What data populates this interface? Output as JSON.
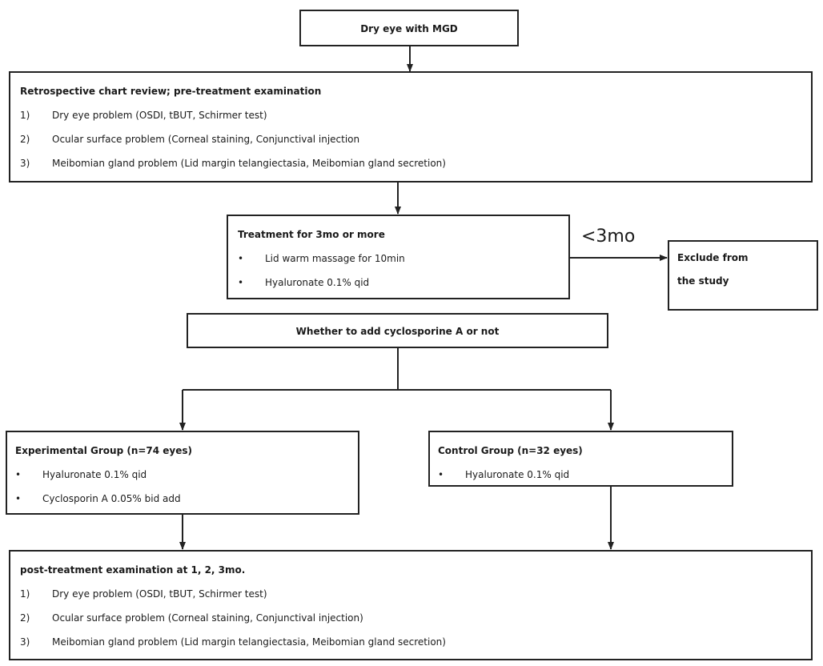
{
  "start": {
    "title": "Dry eye with MGD"
  },
  "review": {
    "title": "Retrospective chart review; pre-treatment examination",
    "items": [
      {
        "num": "1)",
        "text": "Dry eye problem (OSDI, tBUT, Schirmer test)"
      },
      {
        "num": "2)",
        "text": "Ocular surface problem (Corneal staining, Conjunctival injection"
      },
      {
        "num": "3)",
        "text": "Meibomian gland problem (Lid margin telangiectasia, Meibomian gland secretion)"
      }
    ]
  },
  "treatment": {
    "title": "Treatment for 3mo or more",
    "items": [
      "Lid warm massage for 10min",
      "Hyaluronate 0.1% qid"
    ],
    "bullet": "•"
  },
  "exclusion": {
    "edge_label": "<3mo",
    "line1": "Exclude from",
    "line2": "the study"
  },
  "decision": {
    "title": "Whether to add cyclosporine A or not"
  },
  "experimental": {
    "title": "Experimental Group (n=74 eyes)",
    "items": [
      "Hyaluronate 0.1% qid",
      "Cyclosporin A 0.05% bid add"
    ]
  },
  "control": {
    "title": "Control Group (n=32 eyes)",
    "items": [
      "Hyaluronate 0.1% qid"
    ]
  },
  "post": {
    "title": "post-treatment examination at 1, 2, 3mo.",
    "items": [
      {
        "num": "1)",
        "text": "Dry eye problem (OSDI, tBUT, Schirmer test)"
      },
      {
        "num": "2)",
        "text": "Ocular surface problem (Corneal staining, Conjunctival injection)"
      },
      {
        "num": "3)",
        "text": "Meibomian gland problem (Lid margin telangiectasia, Meibomian gland secretion)"
      }
    ]
  }
}
